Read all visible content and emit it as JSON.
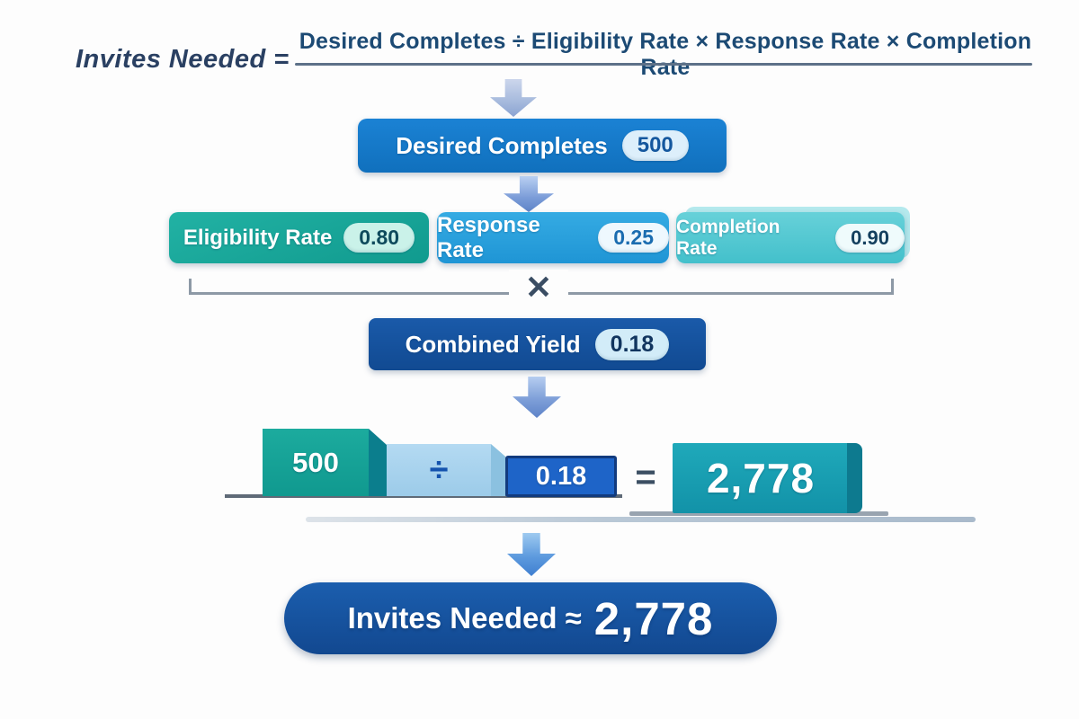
{
  "formula": {
    "lhs": "Invites Needed =",
    "numerator": "Desired Completes ÷ Eligibility Rate × Response Rate × Completion Rate"
  },
  "flow": {
    "desired": {
      "label": "Desired Completes",
      "value": "500"
    },
    "rates": [
      {
        "label": "Eligibility Rate",
        "value": "0.80"
      },
      {
        "label": "Response Rate",
        "value": "0.25"
      },
      {
        "label": "Completion Rate",
        "value": "0.90"
      }
    ],
    "multiply_symbol": "✕",
    "combined": {
      "label": "Combined Yield",
      "value": "0.18"
    }
  },
  "calculation": {
    "dividend": "500",
    "divide_symbol": "÷",
    "divisor": "0.18",
    "equals_symbol": "=",
    "result": "2,778"
  },
  "result_pill": {
    "label": "Invites Needed ≈",
    "value": "2,778"
  },
  "colors": {
    "primary_blue": "#1578c8",
    "teal": "#14a29a",
    "light_blue": "#2ba2de",
    "cyan": "#5fccd5",
    "dark_blue": "#15539d",
    "navy_text": "#1d4168",
    "result_teal": "#18a3b5",
    "arrow_blue": "#6d8fd0",
    "ground_gray": "#8d99a6"
  }
}
